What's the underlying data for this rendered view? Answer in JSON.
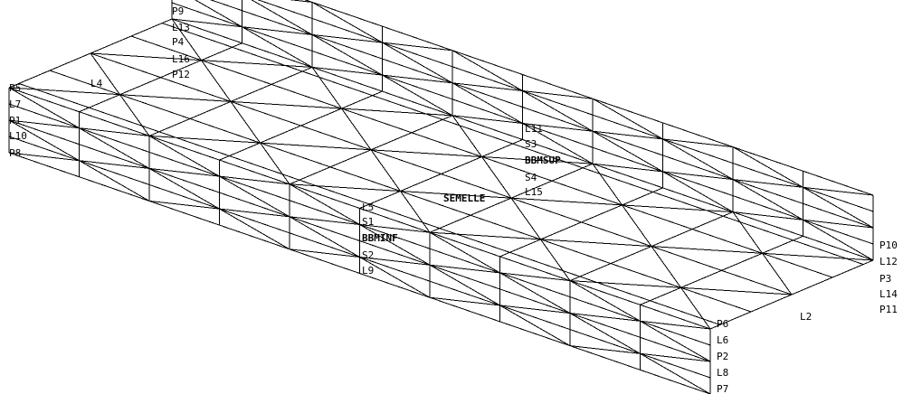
{
  "colors": {
    "background": "#ffffff",
    "lines": "#000000"
  },
  "labels": {
    "p9": "P9",
    "l13": "L13",
    "p4": "P4",
    "l16": "L16",
    "p12": "P12",
    "l4": "L4",
    "p5": "P5",
    "l7": "L7",
    "p1": "P1",
    "l10": "L10",
    "p8": "P8",
    "l11": "L11",
    "s3": "S3",
    "bbmsup": "BBMSUP",
    "s4": "S4",
    "l15": "L15",
    "semelle": "SEMELLE",
    "l5": "L5",
    "s1": "S1",
    "bbminf": "BBMINF",
    "s2": "S2",
    "l9": "L9",
    "p10": "P10",
    "l12": "L12",
    "p3": "P3",
    "l14": "L14",
    "p11": "P11",
    "l2": "L2",
    "p6": "P6",
    "l6": "L6",
    "p2": "P2",
    "l8": "L8",
    "p7": "P7"
  }
}
